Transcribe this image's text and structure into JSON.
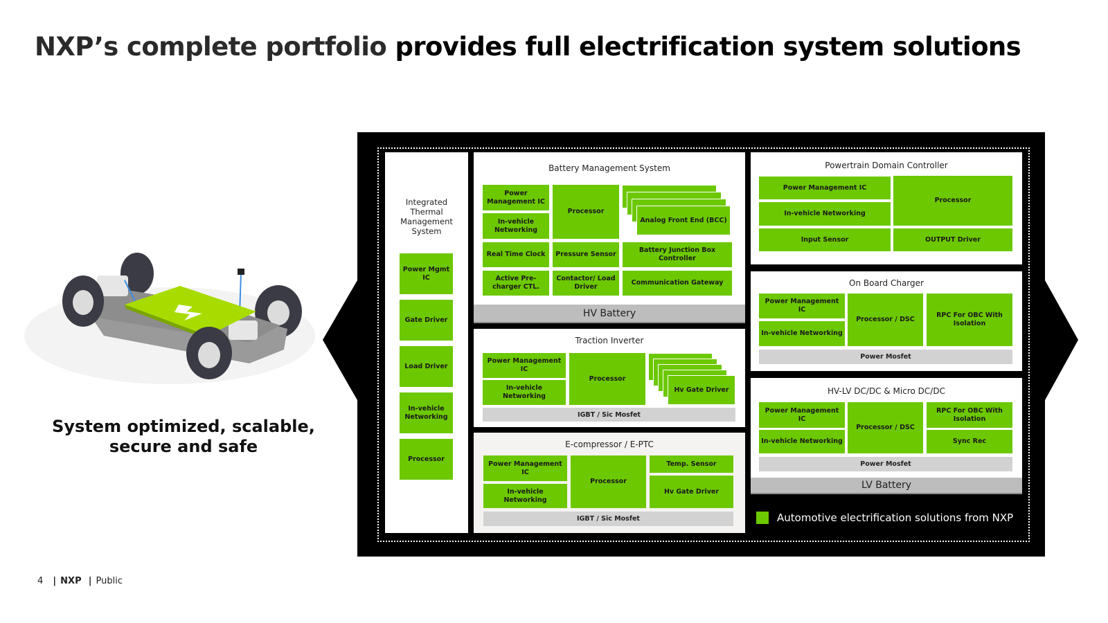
{
  "title": {
    "part1": "NXP’s complete portfolio",
    "part2": " provides full electrification system solutions"
  },
  "tagline": {
    "line1": "System optimized, scalable,",
    "line2": "secure and safe"
  },
  "illustration": {
    "icon": "ev-skateboard-chassis",
    "accent": "#a8dc00"
  },
  "colors": {
    "nxp_green": "#6cc800",
    "frame": "#000000",
    "gray_block": "#d2d2d2",
    "battery_bar": "#bdbdbd"
  },
  "tms": {
    "title_lines": [
      "Integrated",
      "Thermal",
      "Management",
      "System"
    ],
    "blocks": [
      "Power Mgmt IC",
      "Gate Driver",
      "Load Driver",
      "In-vehicle Networking",
      "Processor"
    ]
  },
  "bms": {
    "title": "Battery Management System",
    "power_mgmt": "Power Management IC",
    "networking": "In-vehicle Networking",
    "processor": "Processor",
    "afe": "Analog Front End (BCC)",
    "rtc": "Real Time Clock",
    "pressure": "Pressure Sensor",
    "bjb": "Battery Junction Box Controller",
    "precharger": "Active Pre-charger CTL.",
    "contactor": "Contactor/ Load Driver",
    "gateway": "Communication Gateway",
    "bar": "HV Battery"
  },
  "inverter": {
    "title": "Traction Inverter",
    "power_mgmt": "Power Management IC",
    "networking": "In-vehicle Networking",
    "processor": "Processor",
    "gate_driver": "Hv Gate Driver",
    "switch": "IGBT / Sic Mosfet"
  },
  "ecomp": {
    "title": "E-compressor / E-PTC",
    "power_mgmt": "Power Management IC",
    "networking": "In-vehicle Networking",
    "processor": "Processor",
    "temp": "Temp. Sensor",
    "gate_driver": "Hv Gate Driver",
    "switch": "IGBT / Sic Mosfet"
  },
  "pdc": {
    "title": "Powertrain Domain Controller",
    "power_mgmt": "Power Management IC",
    "networking": "In-vehicle Networking",
    "processor": "Processor",
    "input": "Input Sensor",
    "output": "OUTPUT Driver"
  },
  "obc": {
    "title": "On Board Charger",
    "power_mgmt": "Power Management IC",
    "networking": "In-vehicle Networking",
    "processor": "Processor / DSC",
    "rpc": "RPC For OBC With Isolation",
    "mosfet": "Power Mosfet"
  },
  "dcdc": {
    "title": "HV-LV DC/DC & Micro DC/DC",
    "power_mgmt": "Power Management IC",
    "networking": "In-vehicle Networking",
    "processor": "Processor / DSC",
    "rpc": "RPC For OBC With Isolation",
    "sync": "Sync Rec",
    "mosfet": "Power Mosfet",
    "bar": "LV Battery"
  },
  "legend": {
    "label": "Automotive electrification solutions from NXP"
  },
  "footer": {
    "page": "4",
    "brand": "NXP",
    "classification": "Public"
  }
}
